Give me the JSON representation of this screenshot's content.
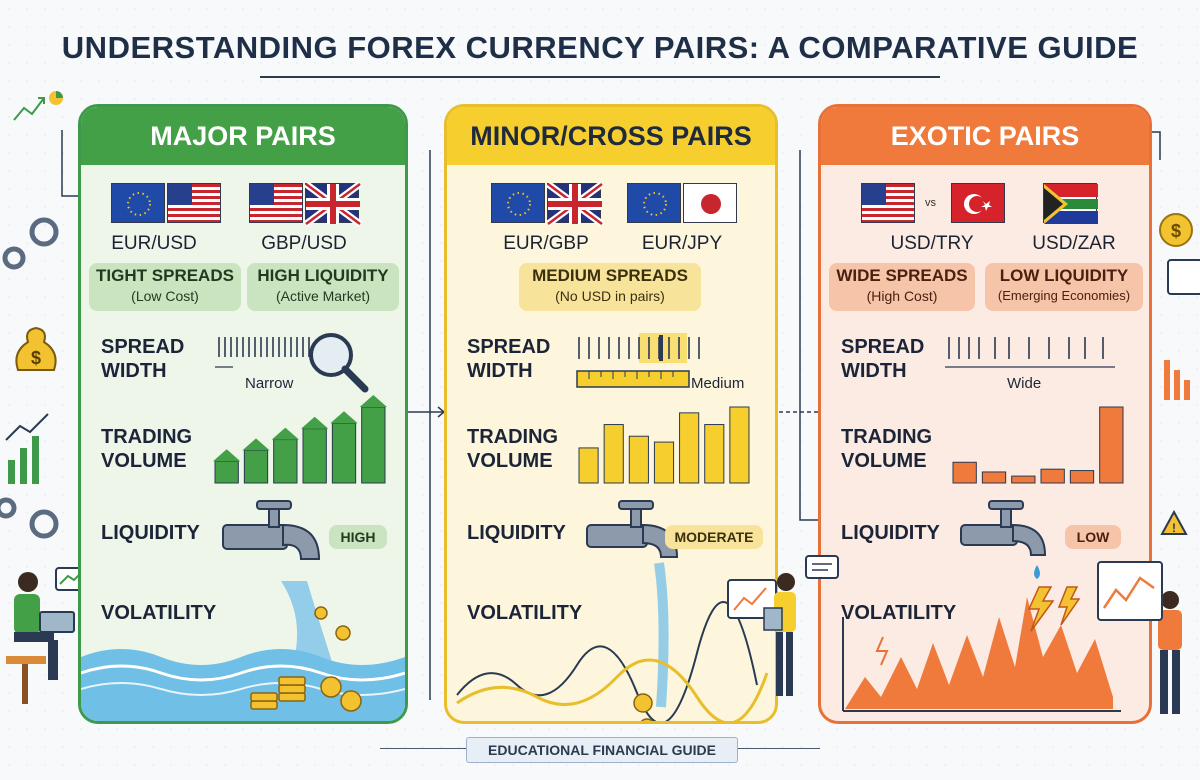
{
  "title": "UNDERSTANDING FOREX CURRENCY PAIRS: A COMPARATIVE GUIDE",
  "footer": "EDUCATIONAL FINANCIAL GUIDE",
  "row_labels": {
    "spread_1": "SPREAD",
    "spread_2": "WIDTH",
    "volume_1": "TRADING",
    "volume_2": "VOLUME",
    "liquidity": "LIQUIDITY",
    "volatility": "VOLATILITY"
  },
  "panels": {
    "major": {
      "title": "MAJOR PAIRS",
      "pairs": [
        "EUR/USD",
        "GBP/USD"
      ],
      "pills": [
        {
          "title": "TIGHT SPREADS",
          "sub": "(Low Cost)"
        },
        {
          "title": "HIGH LIQUIDITY",
          "sub": "(Active Market)"
        }
      ],
      "spread_caption": "Narrow",
      "liquidity_badge": "HIGH",
      "volume_bars": [
        2,
        3,
        4,
        5,
        5.5,
        7
      ]
    },
    "minor": {
      "title": "MINOR/CROSS PAIRS",
      "pairs": [
        "EUR/GBP",
        "EUR/JPY"
      ],
      "pills": [
        {
          "title": "MEDIUM SPREADS",
          "sub": "(No USD in pairs)"
        }
      ],
      "spread_caption": "Medium",
      "liquidity_badge": "MODERATE",
      "volume_bars": [
        3,
        5,
        4,
        3.5,
        6,
        5,
        6.5
      ]
    },
    "exotic": {
      "title": "EXOTIC PAIRS",
      "pairs": [
        "USD/TRY",
        "USD/ZAR"
      ],
      "vs": "vs",
      "pills": [
        {
          "title": "WIDE SPREADS",
          "sub": "(High Cost)"
        },
        {
          "title": "LOW LIQUIDITY",
          "sub": "(Emerging Economies)"
        }
      ],
      "spread_caption": "Wide",
      "liquidity_badge": "LOW",
      "volume_bars": [
        1.5,
        0.8,
        0.5,
        1,
        0.9,
        5.5
      ]
    }
  },
  "colors": {
    "major": "#43a047",
    "minor": "#f6cf2e",
    "exotic": "#f07a3c"
  }
}
